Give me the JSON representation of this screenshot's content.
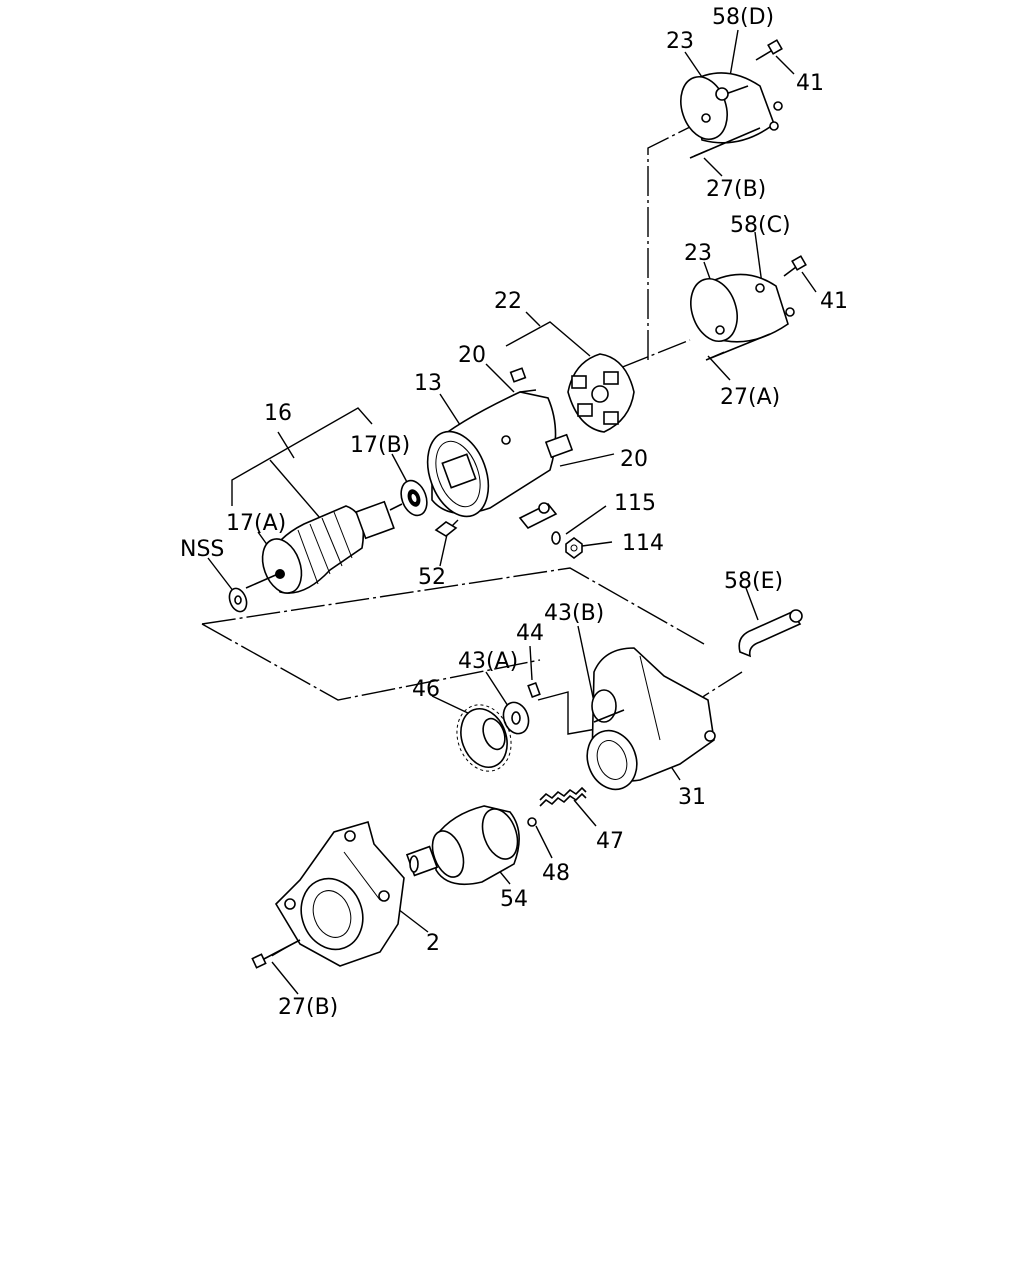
{
  "labels": {
    "l_58D": "58(D)",
    "l_23a": "23",
    "l_41a": "41",
    "l_27Ba": "27(B)",
    "l_58C": "58(C)",
    "l_23b": "23",
    "l_41b": "41",
    "l_27A": "27(A)",
    "l_22": "22",
    "l_20a": "20",
    "l_13": "13",
    "l_20b": "20",
    "l_16": "16",
    "l_17B": "17(B)",
    "l_17A": "17(A)",
    "l_NSS": "NSS",
    "l_115": "115",
    "l_114": "114",
    "l_52": "52",
    "l_58E": "58(E)",
    "l_43B": "43(B)",
    "l_44": "44",
    "l_43A": "43(A)",
    "l_46": "46",
    "l_31": "31",
    "l_47": "47",
    "l_48": "48",
    "l_54": "54",
    "l_2": "2",
    "l_27Bb": "27(B)"
  }
}
